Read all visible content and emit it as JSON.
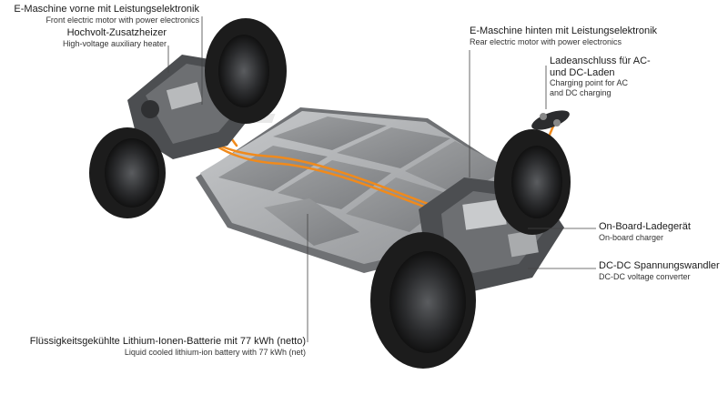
{
  "callouts": {
    "front_motor": {
      "de": "E-Maschine vorne mit Leistungselektronik",
      "en": "Front electric motor with power electronics"
    },
    "heater": {
      "de": "Hochvolt-Zusatzheizer",
      "en": "High-voltage auxiliary heater"
    },
    "rear_motor": {
      "de": "E-Maschine hinten mit Leistungselektronik",
      "en": "Rear electric motor with power electronics"
    },
    "charge_port": {
      "de_line1": "Ladeanschluss für AC-",
      "de_line2": "und DC-Laden",
      "en_line1": "Charging point for AC",
      "en_line2": "and DC charging"
    },
    "onboard_charger": {
      "de": "On-Board-Ladegerät",
      "en": "On-board charger"
    },
    "dcdc": {
      "de": "DC-DC Spannungswandler",
      "en": "DC-DC voltage converter"
    },
    "battery": {
      "de": "Flüssigkeitsgekühlte Lithium-Ionen-Batterie mit 77 kWh (netto)",
      "en": "Liquid cooled lithium-ion battery with 77 kWh (net)"
    }
  },
  "colors": {
    "cable_orange": "#f08a1c",
    "leader_line": "#444444",
    "tire": "#1c1c1c",
    "battery_tray": "#9a9c9e",
    "battery_top": "#b9bbbd"
  }
}
